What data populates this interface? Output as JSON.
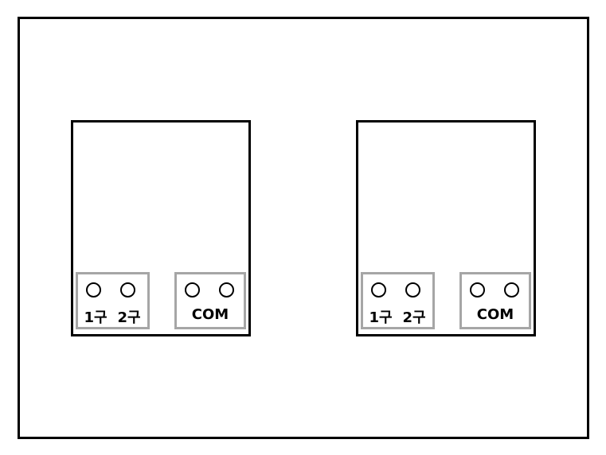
{
  "modules": [
    {
      "terminals": {
        "port1_label": "1구",
        "port2_label": "2구",
        "com_label": "COM"
      }
    },
    {
      "terminals": {
        "port1_label": "1구",
        "port2_label": "2구",
        "com_label": "COM"
      }
    }
  ]
}
